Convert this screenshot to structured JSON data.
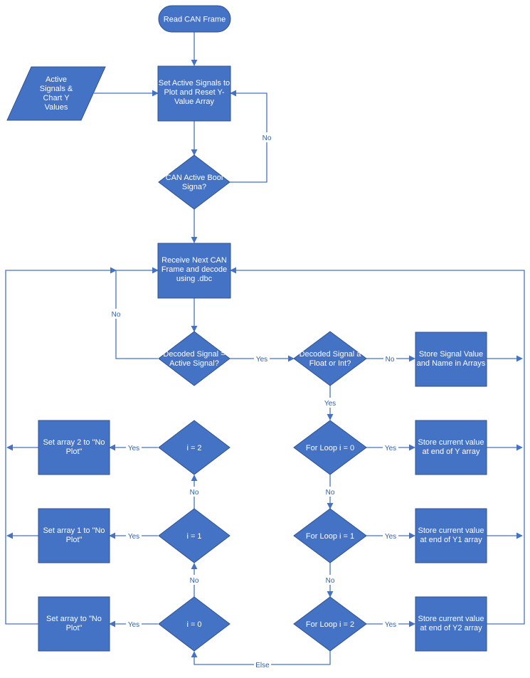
{
  "colors": {
    "fill": "#4472c4",
    "stroke": "#2f528f",
    "line": "#4472c4",
    "text": "#ffffff",
    "label": "#2f5fa8"
  },
  "nodes": {
    "start": {
      "lines": [
        "Read CAN Frame"
      ]
    },
    "input": {
      "lines": [
        "Active",
        "Signals &",
        "Chart Y",
        "Values"
      ]
    },
    "set_active": {
      "lines": [
        "Set Active Signals to",
        "Plot and Reset Y-",
        "Value Array"
      ]
    },
    "can_active": {
      "lines": [
        "CAN Active Bool",
        "Signa?"
      ]
    },
    "receive": {
      "lines": [
        "Receive Next CAN",
        "Frame and decode",
        "using .dbc"
      ]
    },
    "decoded_active": {
      "lines": [
        "Decoded Signal =",
        "Active Signal?"
      ]
    },
    "float_int": {
      "lines": [
        "Decoded Signal a",
        "Float or Int?"
      ]
    },
    "store_name": {
      "lines": [
        "Store Signal Value",
        "and Name in Arrays"
      ]
    },
    "loop0": {
      "lines": [
        "For Loop i = 0"
      ]
    },
    "loop1": {
      "lines": [
        "For Loop i = 1"
      ]
    },
    "loop2": {
      "lines": [
        "For Loop i = 2"
      ]
    },
    "store_y": {
      "lines": [
        "Store current value",
        "at end of Y array"
      ]
    },
    "store_y1": {
      "lines": [
        "Store current value",
        "at end of Y1 array"
      ]
    },
    "store_y2": {
      "lines": [
        "Store current value",
        "at end of Y2 array"
      ]
    },
    "i2": {
      "lines": [
        "i = 2"
      ]
    },
    "i1": {
      "lines": [
        "i = 1"
      ]
    },
    "i0": {
      "lines": [
        "i = 0"
      ]
    },
    "arr2": {
      "lines": [
        "Set array 2 to \"No",
        "Plot\""
      ]
    },
    "arr1": {
      "lines": [
        "Set array 1 to \"No",
        "Plot\""
      ]
    },
    "arr0": {
      "lines": [
        "Set array to \"No",
        "Plot\""
      ]
    }
  },
  "edge_labels": {
    "no_can_active": "No",
    "no_decoded": "No",
    "yes_decoded": "Yes",
    "no_float": "No",
    "yes_float": "Yes",
    "yes_loop0": "Yes",
    "no_loop0": "No",
    "yes_loop1": "Yes",
    "no_loop1": "No",
    "yes_loop2": "Yes",
    "else_loop2": "Else",
    "yes_i2": "Yes",
    "yes_i1": "Yes",
    "no_i1": "No",
    "yes_i0": "Yes",
    "no_i0": "No"
  }
}
